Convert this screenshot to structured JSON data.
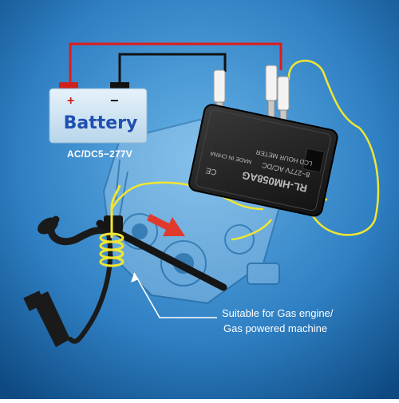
{
  "battery": {
    "label": "Battery",
    "plus": "+",
    "minus": "−",
    "voltage": "AC/DC5−277V"
  },
  "meter": {
    "model": "RL-HM058AG",
    "rating": "8−277V AC/DC",
    "origin": "MADE IN CHINA",
    "subtitle": "LCD HOUR METER",
    "marks": "CE"
  },
  "caption": {
    "line1": "Suitable for Gas engine/",
    "line2": "Gas powered machine"
  },
  "colors": {
    "background_light": "#5aa6dd",
    "background_dark": "#0f4f86",
    "battery_body": "#d6e9f5",
    "battery_text": "#1f4fb0",
    "positive_wire": "#e01b1b",
    "negative_wire": "#111111",
    "sensor_wire": "#f0e632",
    "arrow": "#e03a2e"
  }
}
